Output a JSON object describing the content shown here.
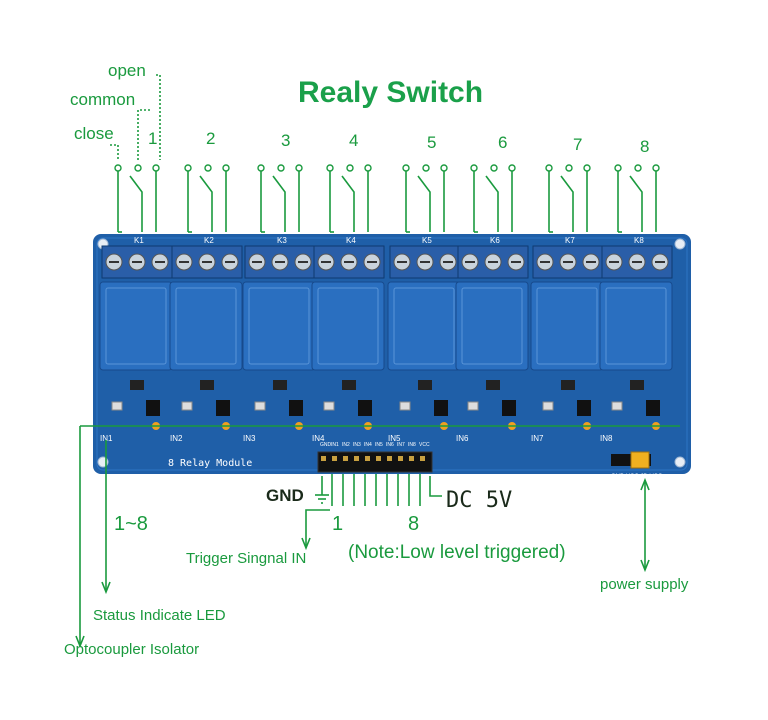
{
  "title": "Realy Switch",
  "contact_labels": {
    "open": "open",
    "common": "common",
    "close": "close"
  },
  "channel_numbers": [
    "1",
    "2",
    "3",
    "4",
    "5",
    "6",
    "7",
    "8"
  ],
  "relay_tags": [
    "K1",
    "K2",
    "K3",
    "K4",
    "K5",
    "K6",
    "K7",
    "K8"
  ],
  "input_tags": [
    "IN1",
    "IN2",
    "IN3",
    "IN4",
    "IN5",
    "IN6",
    "IN7",
    "IN8"
  ],
  "board_label": "8 Relay Module",
  "header_pins": [
    "GND",
    "IN1",
    "IN2",
    "IN3",
    "IN4",
    "IN5",
    "IN6",
    "IN7",
    "IN8",
    "VCC"
  ],
  "jumper_label": "GND VCC JD-VCC",
  "gnd_label": "GND",
  "dc_label": "DC 5V",
  "range_one_eight": "1~8",
  "pin_start": "1",
  "pin_end": "8",
  "trigger_label": "Trigger Singnal IN",
  "note_label": "(Note:Low level triggered)",
  "status_led_label": "Status Indicate LED",
  "optocoupler_label": "Optocoupler Isolator",
  "power_supply_label": "power supply",
  "colors": {
    "annotation": "#1a9a3e",
    "board": "#1f5fa8",
    "relay": "#2a6fc0",
    "terminal": "#2a5ea8"
  }
}
